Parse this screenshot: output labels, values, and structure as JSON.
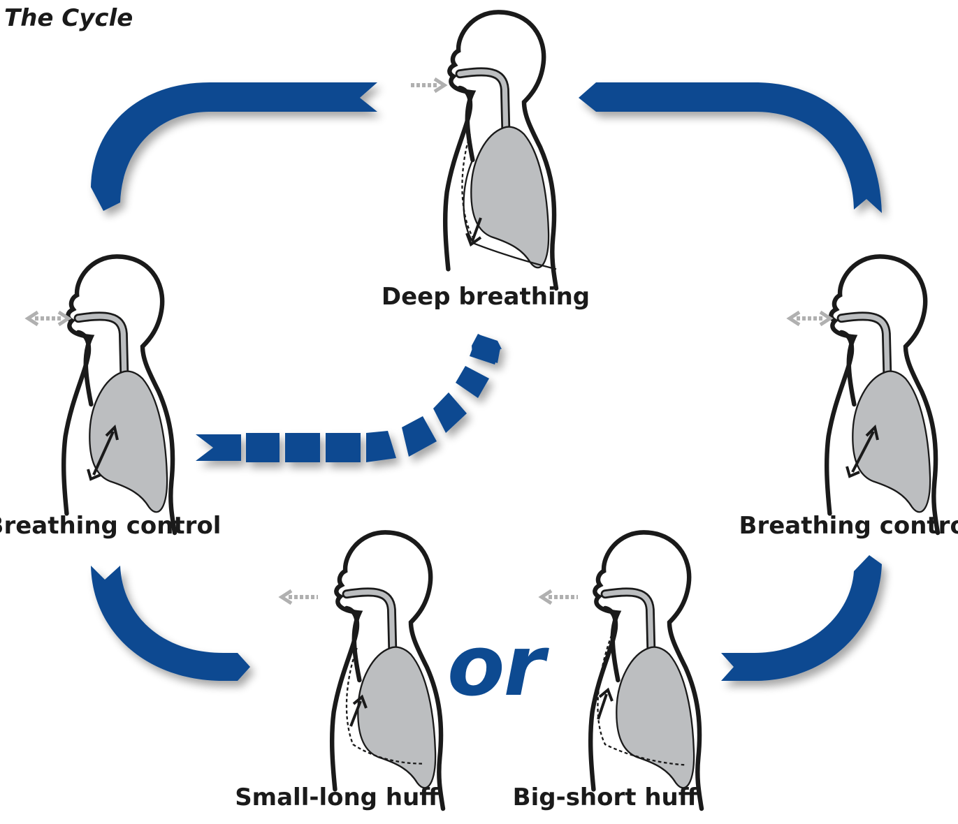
{
  "title": "The Cycle",
  "or_text": "or",
  "colors": {
    "arrow_blue": "#0d4a91",
    "lung_gray": "#bcbec0",
    "outline": "#1a1a1a",
    "air_arrow_gray": "#b0b0b0"
  },
  "stages": {
    "deep": {
      "label": "Deep breathing"
    },
    "control_left": {
      "label": "Breathing control"
    },
    "control_right": {
      "label": "Breathing control"
    },
    "small_huff": {
      "label": "Small-long huff"
    },
    "big_huff": {
      "label": "Big-short huff"
    }
  },
  "icons": {
    "body_figure": "person-torso-lungs-icon",
    "flow_arrow": "curved-ribbon-arrow-icon",
    "air_arrow": "dashed-air-arrow-icon",
    "movement_arrow": "diaphragm-arrow-icon"
  }
}
